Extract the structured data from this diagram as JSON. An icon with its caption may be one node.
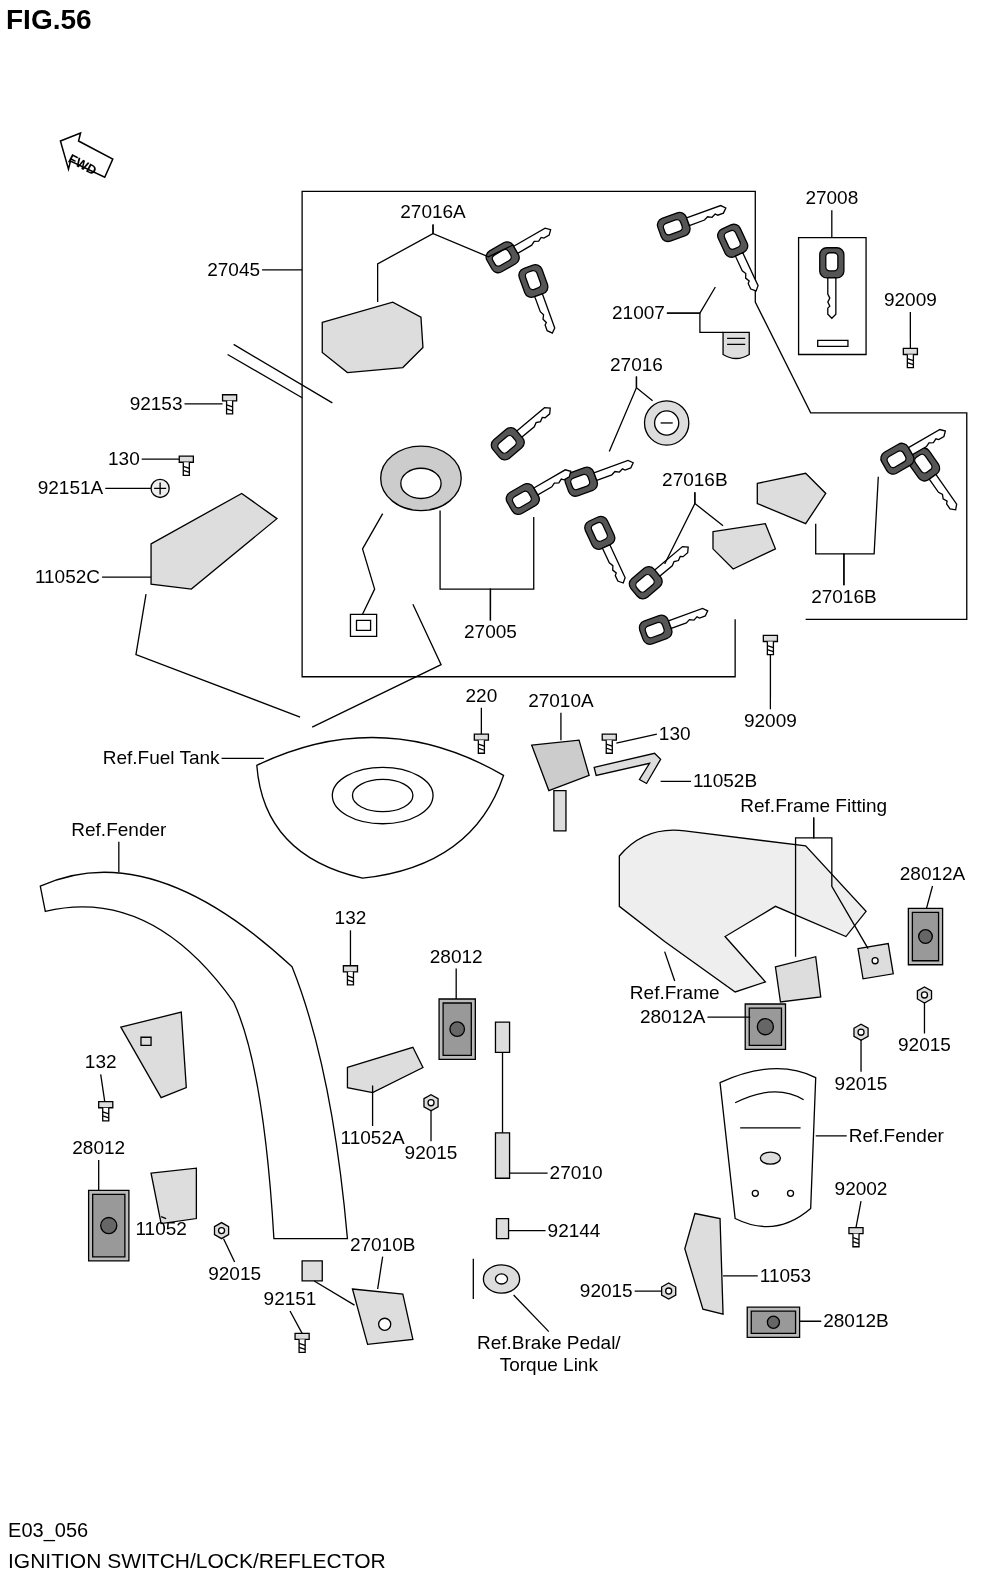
{
  "diagram": {
    "title": "FIG.56",
    "caption": "IGNITION SWITCH/LOCK/REFLECTOR",
    "nodes": [
      {
        "text": [
          "27016A"
        ]
      },
      {
        "text": [
          "27045"
        ]
      },
      {
        "text": [
          "27008"
        ]
      },
      {
        "text": [
          "21007"
        ]
      },
      {
        "text": [
          "92009"
        ]
      },
      {
        "text": [
          "27016"
        ]
      },
      {
        "text": [
          "92153"
        ]
      },
      {
        "text": [
          "130"
        ]
      },
      {
        "text": [
          "92151A"
        ]
      },
      {
        "text": [
          "27016B"
        ]
      },
      {
        "text": [
          "11052C"
        ]
      },
      {
        "text": [
          "27016B"
        ]
      },
      {
        "text": [
          "27005"
        ]
      },
      {
        "text": [
          "92009"
        ]
      },
      {
        "text": [
          "220"
        ]
      },
      {
        "text": [
          "27010A"
        ]
      },
      {
        "text": [
          "130"
        ]
      },
      {
        "text": [
          "Ref.Fuel Tank"
        ]
      },
      {
        "text": [
          "11052B"
        ]
      },
      {
        "text": [
          "Ref.Frame Fitting"
        ]
      },
      {
        "text": [
          "Ref.Fender"
        ]
      },
      {
        "text": [
          "28012A"
        ]
      },
      {
        "text": [
          "132"
        ]
      },
      {
        "text": [
          "28012"
        ]
      },
      {
        "text": [
          "Ref.Frame"
        ]
      },
      {
        "text": [
          "28012A"
        ]
      },
      {
        "text": [
          "92015"
        ]
      },
      {
        "text": [
          "132"
        ]
      },
      {
        "text": [
          "92015"
        ]
      },
      {
        "text": [
          "28012"
        ]
      },
      {
        "text": [
          "11052A"
        ]
      },
      {
        "text": [
          "Ref.Fender"
        ]
      },
      {
        "text": [
          "92015"
        ]
      },
      {
        "text": [
          "27010"
        ]
      },
      {
        "text": [
          "92002"
        ]
      },
      {
        "text": [
          "11052"
        ]
      },
      {
        "text": [
          "92144"
        ]
      },
      {
        "text": [
          "27010B"
        ]
      },
      {
        "text": [
          "11053"
        ]
      },
      {
        "text": [
          "92015"
        ]
      },
      {
        "text": [
          "92015"
        ]
      },
      {
        "text": [
          "92151"
        ]
      },
      {
        "text": [
          "28012B"
        ]
      },
      {
        "text": [
          "Ref.Brake Pedal/ Torque Link"
        ]
      },
      {
        "text": [],
        "shape": "picture"
      },
      {
        "text": [],
        "shape": "picture"
      },
      {
        "text": [],
        "shape": "picture"
      },
      {
        "text": [],
        "shape": "picture"
      },
      {
        "text": [],
        "shape": "picture"
      },
      {
        "text": [],
        "shape": "picture"
      },
      {
        "text": [],
        "shape": "picture"
      },
      {
        "text": [],
        "shape": "picture"
      },
      {
        "text": [],
        "shape": "picture"
      },
      {
        "text": [],
        "shape": "picture"
      },
      {
        "text": [],
        "shape": "picture"
      },
      {
        "text": [],
        "shape": "picture"
      },
      {
        "text": [],
        "shape": "picture"
      },
      {
        "text": [],
        "shape": "picture"
      },
      {
        "text": [],
        "shape": "picture"
      },
      {
        "text": [],
        "shape": "picture"
      },
      {
        "text": [],
        "shape": "picture"
      },
      {
        "text": [],
        "shape": "picture"
      },
      {
        "text": [],
        "shape": "picture"
      },
      {
        "text": [],
        "shape": "picture"
      },
      {
        "text": [],
        "shape": "picture"
      },
      {
        "text": [],
        "shape": "picture"
      },
      {
        "text": [],
        "shape": "picture"
      },
      {
        "text": [],
        "shape": "picture"
      },
      {
        "text": [],
        "shape": "picture"
      },
      {
        "text": [],
        "shape": "picture"
      },
      {
        "text": [],
        "shape": "picture"
      },
      {
        "text": [],
        "shape": "picture"
      },
      {
        "text": [],
        "shape": "picture"
      },
      {
        "text": [],
        "shape": "picture"
      },
      {
        "text": [],
        "shape": "picture"
      },
      {
        "text": [],
        "shape": "picture"
      },
      {
        "text": [],
        "shape": "picture"
      },
      {
        "text": [],
        "shape": "picture"
      },
      {
        "text": [],
        "shape": "picture"
      },
      {
        "text": [],
        "shape": "picture"
      },
      {
        "text": [],
        "shape": "picture"
      },
      {
        "text": [],
        "shape": "picture"
      },
      {
        "text": [],
        "shape": "picture"
      },
      {
        "text": [],
        "shape": "picture"
      },
      {
        "text": [],
        "shape": "picture"
      },
      {
        "text": [],
        "shape": "picture"
      },
      {
        "text": [],
        "shape": "picture"
      },
      {
        "text": [],
        "shape": "picture"
      },
      {
        "text": [],
        "shape": "picture"
      },
      {
        "text": [],
        "shape": "picture"
      },
      {
        "text": [],
        "shape": "picture"
      },
      {
        "text": [],
        "shape": "picture"
      },
      {
        "text": [],
        "shape": "picture"
      },
      {
        "text": [],
        "shape": "picture"
      }
    ],
    "edges": [
      {
        "from": 0,
        "to": 44,
        "arrow": "none"
      },
      {
        "from": 0,
        "to": 45,
        "arrow": "none"
      },
      {
        "from": 1,
        "to": null,
        "arrow": "none"
      },
      {
        "from": 2,
        "to": 46,
        "arrow": "none"
      },
      {
        "from": 3,
        "to": 47,
        "arrow": "none"
      },
      {
        "from": 3,
        "to": 48,
        "arrow": "none"
      },
      {
        "from": 4,
        "to": 49,
        "arrow": "none"
      },
      {
        "from": 5,
        "to": 50,
        "arrow": "none"
      },
      {
        "from": 5,
        "to": 51,
        "arrow": "none"
      },
      {
        "from": 6,
        "to": 52,
        "arrow": "none"
      },
      {
        "from": 7,
        "to": 53,
        "arrow": "none"
      },
      {
        "from": 8,
        "to": 54,
        "arrow": "none"
      },
      {
        "from": 9,
        "to": 55,
        "arrow": "none"
      },
      {
        "from": 9,
        "to": 56,
        "arrow": "none"
      },
      {
        "from": 10,
        "to": 57,
        "arrow": "none"
      },
      {
        "from": 11,
        "to": 58,
        "arrow": "none"
      },
      {
        "from": 11,
        "to": 59,
        "arrow": "none"
      },
      {
        "from": 12,
        "to": 60,
        "arrow": "none"
      },
      {
        "from": 12,
        "to": 61,
        "arrow": "none"
      },
      {
        "from": 13,
        "to": 62,
        "arrow": "none"
      },
      {
        "from": 14,
        "to": 63,
        "arrow": "none"
      },
      {
        "from": 15,
        "to": 64,
        "arrow": "none"
      },
      {
        "from": 16,
        "to": 65,
        "arrow": "none"
      },
      {
        "from": 17,
        "to": 66,
        "arrow": "none"
      },
      {
        "from": 18,
        "to": 67,
        "arrow": "none"
      },
      {
        "from": 19,
        "to": 68,
        "arrow": "none"
      },
      {
        "from": 19,
        "to": 69,
        "arrow": "none"
      },
      {
        "from": 20,
        "to": 70,
        "arrow": "none"
      },
      {
        "from": 21,
        "to": 71,
        "arrow": "none"
      },
      {
        "from": 22,
        "to": 72,
        "arrow": "none"
      },
      {
        "from": 23,
        "to": 73,
        "arrow": "none"
      },
      {
        "from": 24,
        "to": 74,
        "arrow": "none"
      },
      {
        "from": 25,
        "to": 75,
        "arrow": "none"
      },
      {
        "from": 26,
        "to": 76,
        "arrow": "none"
      },
      {
        "from": 27,
        "to": 77,
        "arrow": "none"
      },
      {
        "from": 28,
        "to": 78,
        "arrow": "none"
      },
      {
        "from": 29,
        "to": 79,
        "arrow": "none"
      },
      {
        "from": 30,
        "to": 80,
        "arrow": "none"
      },
      {
        "from": 31,
        "to": 81,
        "arrow": "none"
      },
      {
        "from": 32,
        "to": 82,
        "arrow": "none"
      },
      {
        "from": 33,
        "to": 83,
        "arrow": "none"
      },
      {
        "from": 34,
        "to": 84,
        "arrow": "none"
      },
      {
        "from": 35,
        "to": 85,
        "arrow": "none"
      },
      {
        "from": 36,
        "to": 86,
        "arrow": "none"
      },
      {
        "from": 37,
        "to": 87,
        "arrow": "none"
      },
      {
        "from": 38,
        "to": 88,
        "arrow": "none"
      },
      {
        "from": 39,
        "to": 89,
        "arrow": "none"
      },
      {
        "from": 40,
        "to": 90,
        "arrow": "none"
      },
      {
        "from": 41,
        "to": 91,
        "arrow": "none"
      },
      {
        "from": 42,
        "to": 92,
        "arrow": "none"
      },
      {
        "from": 43,
        "to": 93,
        "arrow": "none"
      }
    ],
    "labels": [
      "FWD",
      "E03_056"
    ]
  }
}
